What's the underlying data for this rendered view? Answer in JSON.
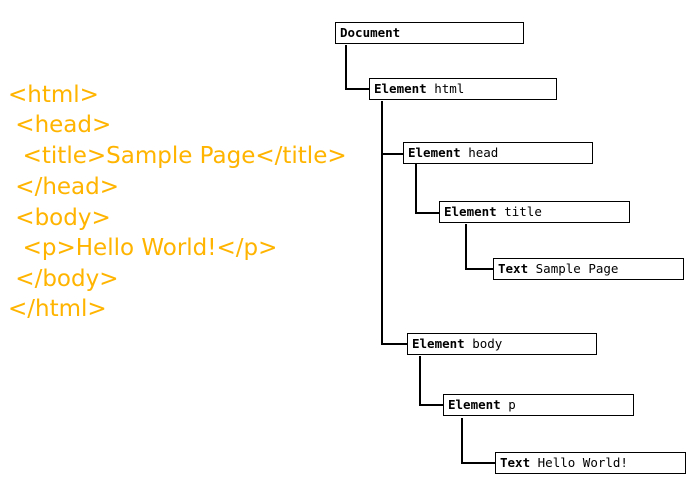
{
  "code": {
    "lines": [
      "<html>",
      " <head>",
      "  <title>Sample Page</title>",
      " </head>",
      " <body>",
      "  <p>Hello World!</p>",
      " </body>",
      "</html>"
    ]
  },
  "tree": {
    "document": {
      "type": "Document",
      "name": ""
    },
    "html": {
      "type": "Element",
      "name": "html"
    },
    "head": {
      "type": "Element",
      "name": "head"
    },
    "title": {
      "type": "Element",
      "name": "title"
    },
    "title_text": {
      "type": "Text",
      "name": "Sample Page"
    },
    "body": {
      "type": "Element",
      "name": "body"
    },
    "p": {
      "type": "Element",
      "name": "p"
    },
    "p_text": {
      "type": "Text",
      "name": "Hello World!"
    }
  },
  "colors": {
    "code_text": "#ffb400",
    "node_border": "#000000",
    "connector": "#000000"
  }
}
